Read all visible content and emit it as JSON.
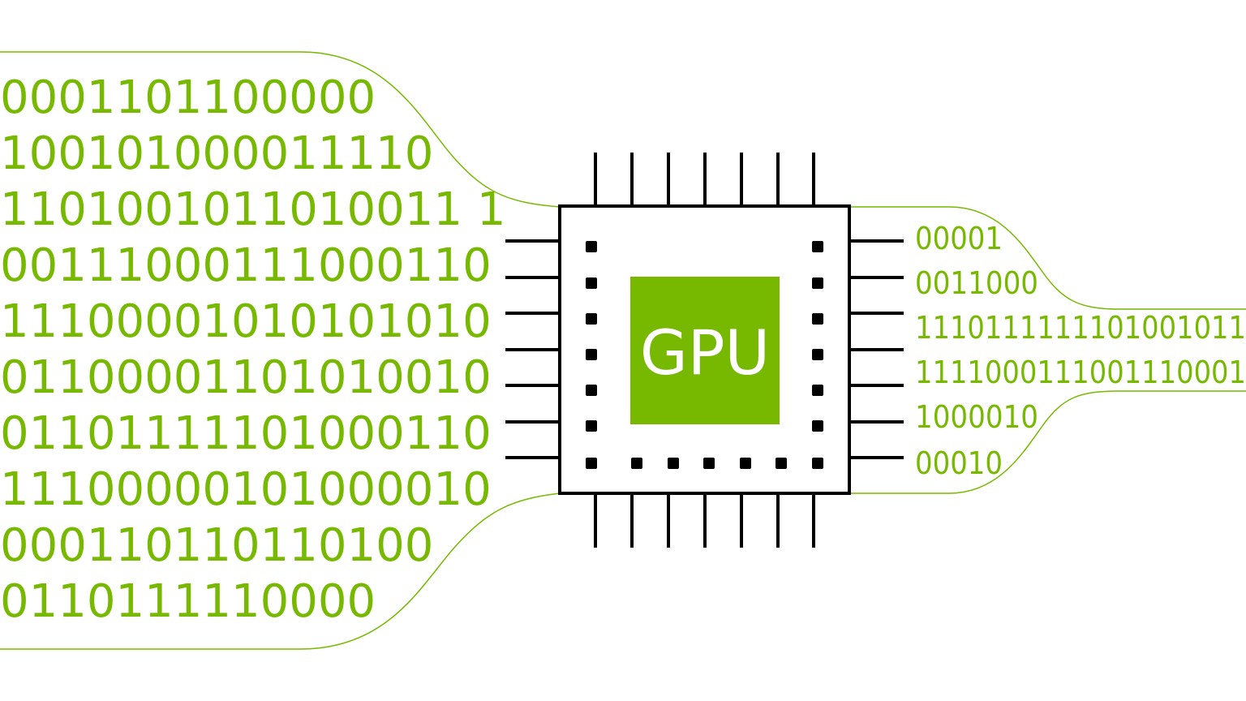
{
  "colors": {
    "accent": "#76b900",
    "chip_outline": "#000000",
    "background": "#ffffff"
  },
  "chip": {
    "label": "GPU"
  },
  "input_bits": [
    "0001101100000",
    "100101000011110",
    "1101001011010011 1",
    "00111000111000110",
    "11100001010101010",
    "01100001101010010",
    "01101111101000110",
    "11100000101000010",
    "000110110110100",
    "0110111110000"
  ],
  "output_bits": [
    "00001",
    "0011000",
    "1110111111101001011",
    "1111000111001110001",
    "1000010",
    "00010"
  ]
}
